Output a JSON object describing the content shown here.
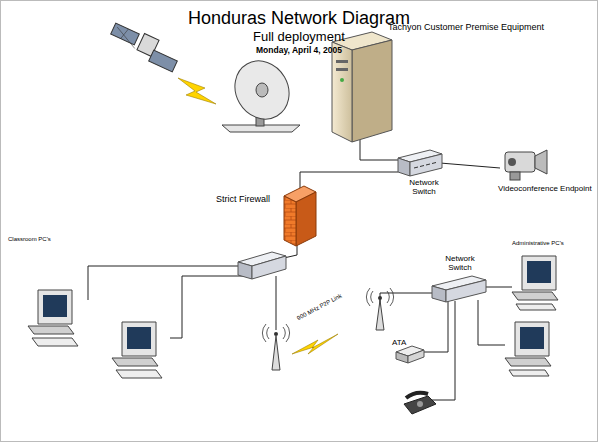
{
  "diagram": {
    "title": "Honduras Network Diagram",
    "labels": [
      "Full deployment",
      "Monday, April 4, 2005",
      "Tachyon Customer Premise Equipment",
      "Network Switch",
      "Videoconference Endpoint",
      "Strict Firewall",
      "Classroom PC's",
      "900 MHz P2P Link",
      "Network Switch",
      "Administrative PC's",
      "ATA"
    ]
  }
}
